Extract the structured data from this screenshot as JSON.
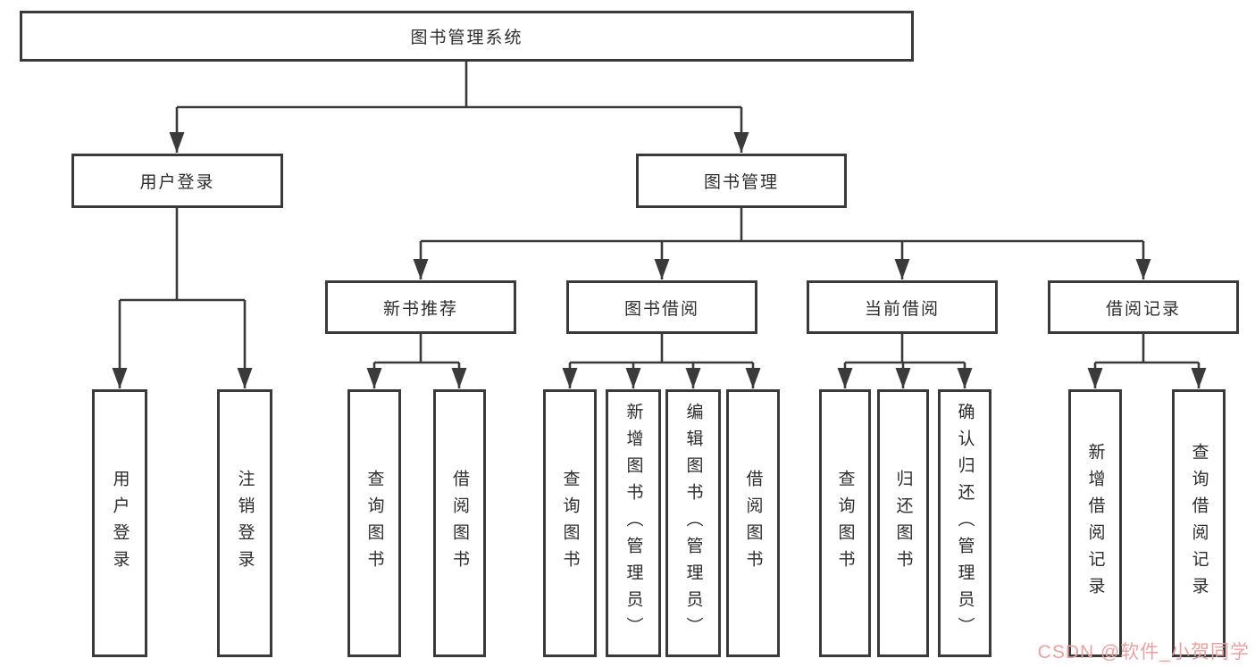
{
  "colors": {
    "line": "#3a3a3a",
    "text": "#2d2d2d",
    "background": "#ffffff",
    "watermark": "#e9a2a2"
  },
  "diagram": {
    "type": "tree",
    "nodes": {
      "root": "图书管理系统",
      "userLogin": "用户登录",
      "bookMgmt": "图书管理",
      "newBookRec": "新书推荐",
      "bookBorrow": "图书借阅",
      "currentBorrow": "当前借阅",
      "borrowRecords": "借阅记录",
      "leafUserLogin": "用户登录",
      "leafLogout": "注销登录",
      "leafQueryBooks1": "查询图书",
      "leafBorrowBooks1": "借阅图书",
      "leafQueryBooks2": "查询图书",
      "leafAddBook": "新增图书（管理员）",
      "leafEditBook": "编辑图书（管理员）",
      "leafBorrowBooks2": "借阅图书",
      "leafQueryBooks3": "查询图书",
      "leafReturnBook": "归还图书",
      "leafConfirmReturn": "确认归还（管理员）",
      "leafAddRecord": "新增借阅记录",
      "leafQueryRecord": "查询借阅记录"
    },
    "edges": [
      [
        "图书管理系统",
        "用户登录"
      ],
      [
        "图书管理系统",
        "图书管理"
      ],
      [
        "用户登录",
        "用户登录(叶)"
      ],
      [
        "用户登录",
        "注销登录"
      ],
      [
        "图书管理",
        "新书推荐"
      ],
      [
        "图书管理",
        "图书借阅"
      ],
      [
        "图书管理",
        "当前借阅"
      ],
      [
        "图书管理",
        "借阅记录"
      ],
      [
        "新书推荐",
        "查询图书"
      ],
      [
        "新书推荐",
        "借阅图书"
      ],
      [
        "图书借阅",
        "查询图书"
      ],
      [
        "图书借阅",
        "新增图书（管理员）"
      ],
      [
        "图书借阅",
        "编辑图书（管理员）"
      ],
      [
        "图书借阅",
        "借阅图书"
      ],
      [
        "当前借阅",
        "查询图书"
      ],
      [
        "当前借阅",
        "归还图书"
      ],
      [
        "当前借阅",
        "确认归还（管理员）"
      ],
      [
        "借阅记录",
        "新增借阅记录"
      ],
      [
        "借阅记录",
        "查询借阅记录"
      ]
    ]
  },
  "watermark": {
    "text": "CSDN @软件_小贺同学"
  }
}
